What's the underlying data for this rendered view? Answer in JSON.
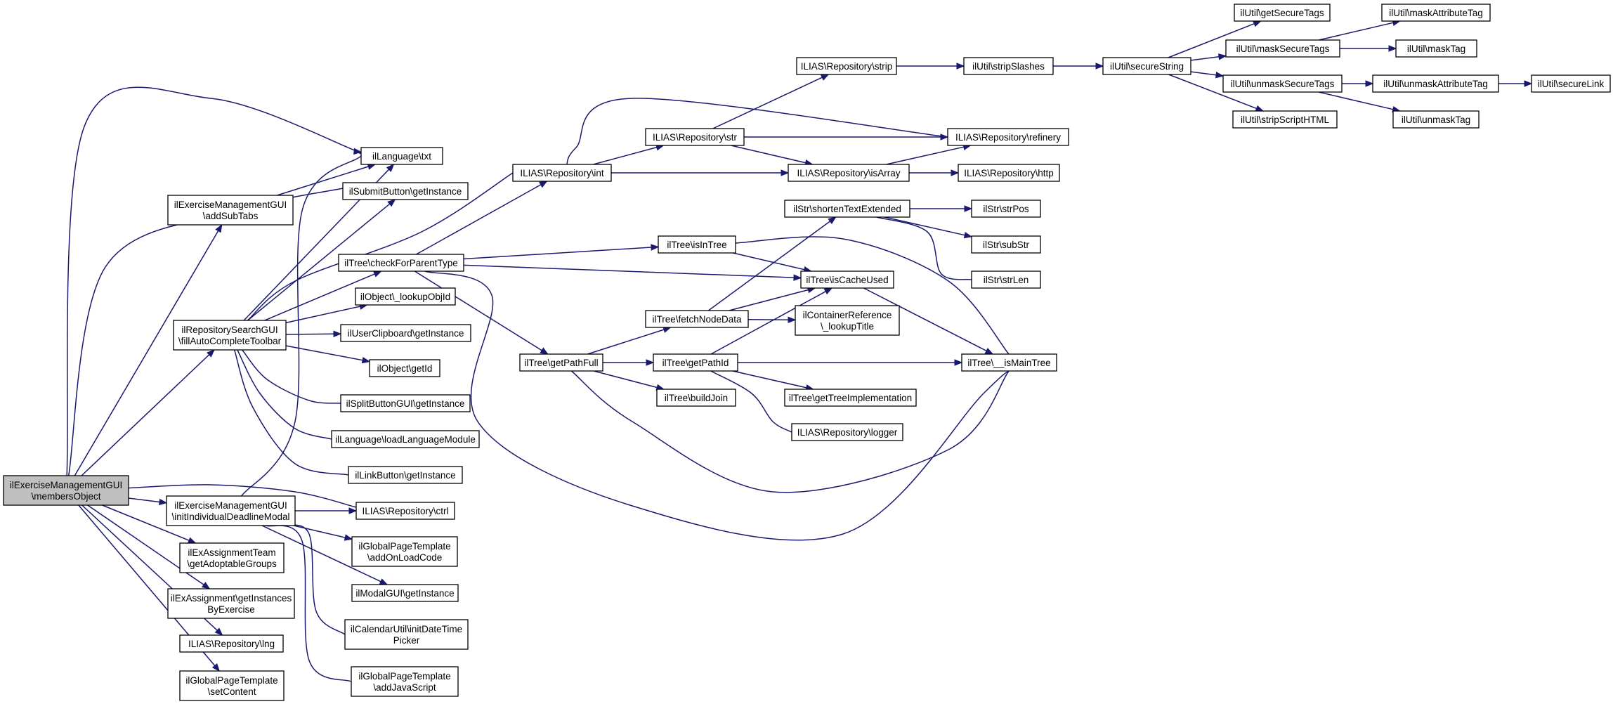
{
  "colors": {
    "edge": "#191970",
    "root_fill": "#bfbfbf",
    "node_fill": "#ffffff",
    "node_border": "#000000"
  },
  "nodes": {
    "members_object": [
      "ilExerciseManagementGUI",
      "\\membersObject"
    ],
    "add_sub_tabs": [
      "ilExerciseManagementGUI",
      "\\addSubTabs"
    ],
    "fill_auto_complete": [
      "ilRepositorySearchGUI",
      "\\fillAutoCompleteToolbar"
    ],
    "init_deadline_modal": [
      "ilExerciseManagementGUI",
      "\\initIndividualDeadlineModal"
    ],
    "get_adoptable_groups": [
      "ilExAssignmentTeam",
      "\\getAdoptableGroups"
    ],
    "get_instances_by_exercise": [
      "ilExAssignment\\getInstances",
      "ByExercise"
    ],
    "repo_lng": [
      "ILIAS\\Repository\\lng"
    ],
    "set_content": [
      "ilGlobalPageTemplate",
      "\\setContent"
    ],
    "language_txt": [
      "ilLanguage\\txt"
    ],
    "submit_button": [
      "ilSubmitButton\\getInstance"
    ],
    "check_for_parent_type": [
      "ilTree\\checkForParentType"
    ],
    "lookup_obj_id": [
      "ilObject\\_lookupObjId"
    ],
    "user_clipboard": [
      "ilUserClipboard\\getInstance"
    ],
    "object_get_id": [
      "ilObject\\getId"
    ],
    "split_button": [
      "ilSplitButtonGUI\\getInstance"
    ],
    "load_language_module": [
      "ilLanguage\\loadLanguageModule"
    ],
    "link_button": [
      "ilLinkButton\\getInstance"
    ],
    "repo_ctrl": [
      "ILIAS\\Repository\\ctrl"
    ],
    "add_on_load_code": [
      "ilGlobalPageTemplate",
      "\\addOnLoadCode"
    ],
    "modal_gui": [
      "ilModalGUI\\getInstance"
    ],
    "init_date_time_picker": [
      "ilCalendarUtil\\initDateTime",
      "Picker"
    ],
    "add_java_script": [
      "ilGlobalPageTemplate",
      "\\addJavaScript"
    ],
    "repo_int": [
      "ILIAS\\Repository\\int"
    ],
    "repo_str": [
      "ILIAS\\Repository\\str"
    ],
    "repo_strip": [
      "ILIAS\\Repository\\strip"
    ],
    "tree_is_in_tree": [
      "ilTree\\isInTree"
    ],
    "tree_get_path_full": [
      "ilTree\\getPathFull"
    ],
    "tree_fetch_node_data": [
      "ilTree\\fetchNodeData"
    ],
    "tree_get_path_id": [
      "ilTree\\getPathId"
    ],
    "tree_build_join": [
      "ilTree\\buildJoin"
    ],
    "strip_slashes": [
      "ilUtil\\stripSlashes"
    ],
    "repo_refinery": [
      "ILIAS\\Repository\\refinery"
    ],
    "repo_is_array": [
      "ILIAS\\Repository\\isArray"
    ],
    "repo_http": [
      "ILIAS\\Repository\\http"
    ],
    "shorten_text_extended": [
      "ilStr\\shortenTextExtended"
    ],
    "tree_is_cache_used": [
      "ilTree\\isCacheUsed"
    ],
    "container_reference_lookup_title": [
      "ilContainerReference",
      "\\_lookupTitle"
    ],
    "tree_get_tree_implementation": [
      "ilTree\\getTreeImplementation"
    ],
    "repo_logger": [
      "ILIAS\\Repository\\logger"
    ],
    "tree_is_main_tree": [
      "ilTree\\__isMainTree"
    ],
    "secure_string": [
      "ilUtil\\secureString"
    ],
    "str_pos": [
      "ilStr\\strPos"
    ],
    "sub_str": [
      "ilStr\\subStr"
    ],
    "str_len": [
      "ilStr\\strLen"
    ],
    "get_secure_tags": [
      "ilUtil\\getSecureTags"
    ],
    "mask_secure_tags": [
      "ilUtil\\maskSecureTags"
    ],
    "unmask_secure_tags": [
      "ilUtil\\unmaskSecureTags"
    ],
    "strip_script_html": [
      "ilUtil\\stripScriptHTML"
    ],
    "mask_attribute_tag": [
      "ilUtil\\maskAttributeTag"
    ],
    "mask_tag": [
      "ilUtil\\maskTag"
    ],
    "unmask_attribute_tag": [
      "ilUtil\\unmaskAttributeTag"
    ],
    "unmask_tag": [
      "ilUtil\\unmaskTag"
    ],
    "secure_link": [
      "ilUtil\\secureLink"
    ]
  }
}
